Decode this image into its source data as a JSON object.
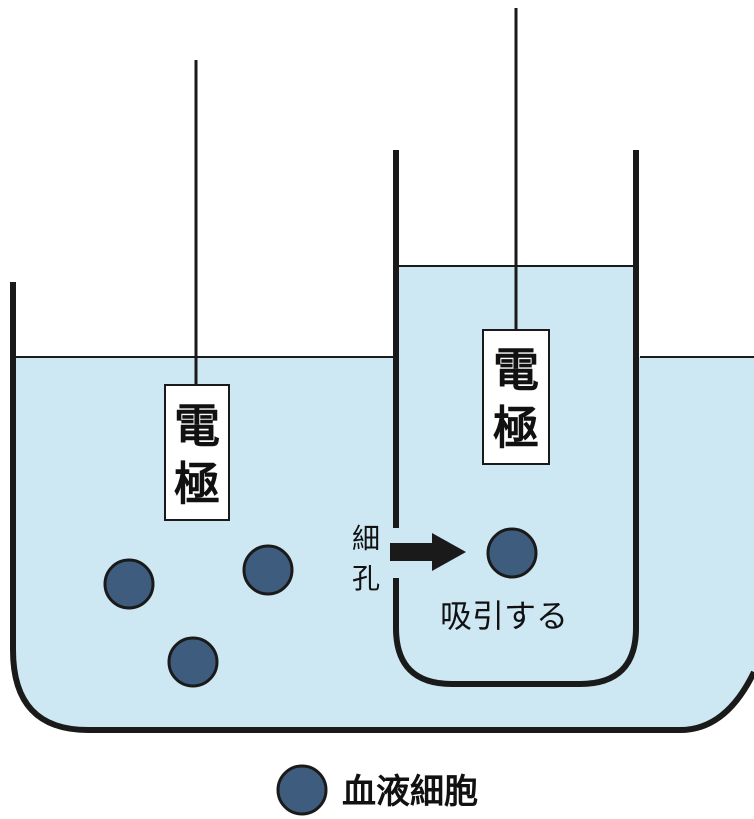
{
  "colors": {
    "liquid": "#cde8f3",
    "outline": "#1a1a1a",
    "cell_fill": "#3e5d7e",
    "cell_stroke": "#1a1a1a",
    "label_bg": "#ffffff"
  },
  "electrode_outer": {
    "label_line1": "電",
    "label_line2": "極"
  },
  "electrode_inner": {
    "label_line1": "電",
    "label_line2": "極"
  },
  "aperture": {
    "label_line1": "細",
    "label_line2": "孔"
  },
  "arrow": {
    "icon": "right-arrow-icon"
  },
  "suction_label": "吸引する",
  "legend": {
    "label": "血液細胞",
    "icon": "circle-icon"
  }
}
